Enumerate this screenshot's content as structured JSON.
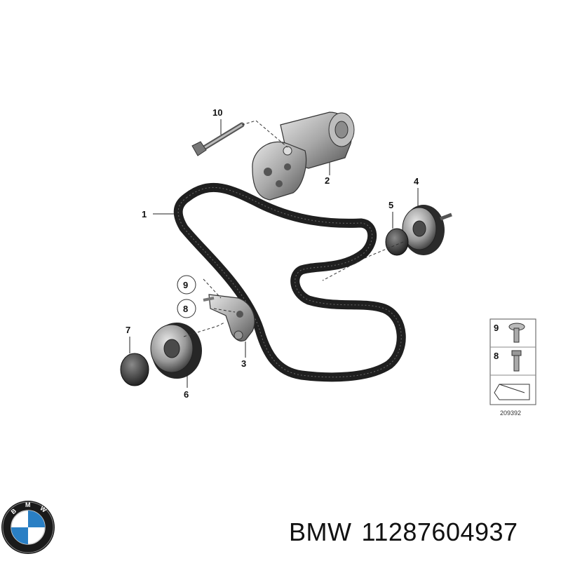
{
  "callouts": {
    "c1": "1",
    "c2": "2",
    "c3": "3",
    "c4": "4",
    "c5": "5",
    "c6": "6",
    "c7": "7",
    "c8": "8",
    "c9": "9",
    "c10": "10"
  },
  "legend": {
    "row1_label": "9",
    "row2_label": "8",
    "diagram_number": "209392"
  },
  "footer": {
    "brand": "BMW",
    "part_number": "11287604937",
    "logo_letters": "BMW"
  },
  "colors": {
    "belt": "#1f1f1f",
    "part_dark": "#2b2b2b",
    "part_mid": "#7a7a7a",
    "part_light": "#c9c9c9",
    "logo_blue": "#2a7fc4"
  }
}
